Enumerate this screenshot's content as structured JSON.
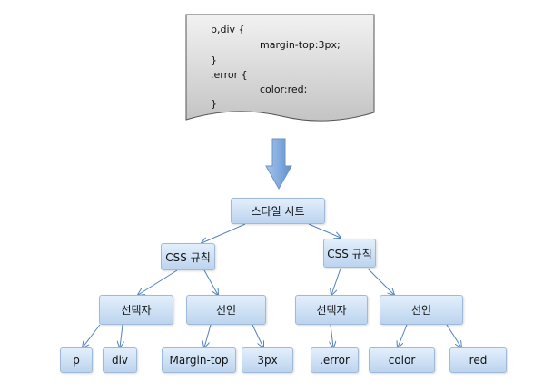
{
  "code": {
    "lines": [
      "p,div {",
      "margin-top:3px;",
      "}",
      ".error {",
      "color:red;",
      "}"
    ]
  },
  "tree": {
    "root": "스타일 시트",
    "rules": [
      "CSS 규칙",
      "CSS 규칙"
    ],
    "rule_children": [
      {
        "selector": "선택자",
        "declaration": "선언"
      },
      {
        "selector": "선택자",
        "declaration": "선언"
      }
    ],
    "leaves": {
      "p": "p",
      "div": "div",
      "margin_top": "Margin-top",
      "three_px": "3px",
      "error": ".error",
      "color": "color",
      "red": "red"
    }
  },
  "colors": {
    "node_border": "#9fb9d8",
    "node_fill_top": "#e3effb",
    "node_fill_bottom": "#bcd4ef",
    "connector": "#4f81bd",
    "arrow": "#8eb4e3",
    "document_fill": "#d3d3d3"
  }
}
